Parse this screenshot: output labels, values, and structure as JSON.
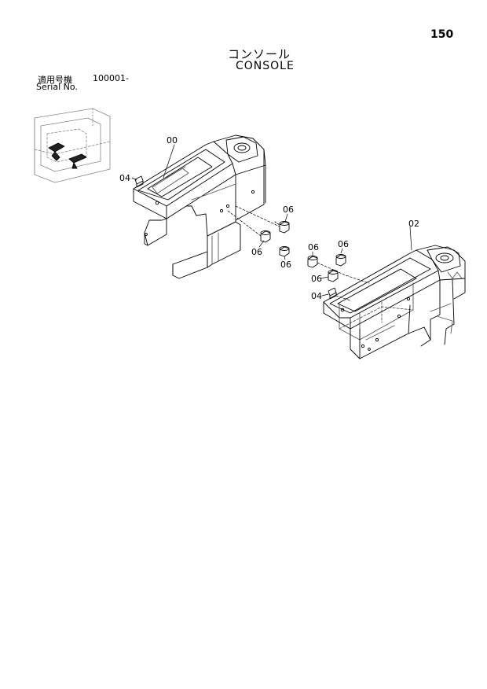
{
  "page_number": "150",
  "title_jp": "コンソール",
  "title_en": "CONSOLE",
  "serial": {
    "label_jp": "適用号機",
    "value": "100001-",
    "label_en": "Serial No."
  },
  "callouts": {
    "c00": "00",
    "c02": "02",
    "c04a": "04",
    "c04b": "04",
    "c06a": "06",
    "c06b": "06",
    "c06c": "06",
    "c06d": "06",
    "c06e": "06",
    "c06f": "06"
  }
}
